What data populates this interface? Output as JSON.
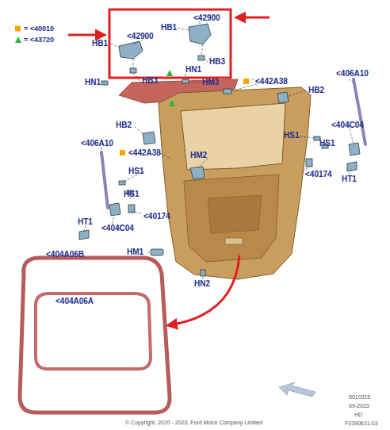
{
  "diagram": {
    "labels": [
      "<42900",
      "HB1",
      "<42900",
      "HB1",
      "HB3",
      "HN1",
      "<406A10",
      "<442A38",
      "HN1",
      "HB3",
      "HM3",
      "HB2",
      "HB2",
      "<404C04",
      "HS1",
      "HS1",
      "<406A10",
      "<442A38",
      "HM2",
      "HS1",
      "<40174",
      "HT1",
      "HS1",
      "<40174",
      "HT1",
      "<404C04",
      "HM1",
      "<404A06B",
      "HN2",
      "<404A06A",
      "5010315",
      "09-2023",
      "HD",
      "F0390631-03",
      "© Copyright, 2020 - 2023, Ford Motor Company Limited"
    ],
    "legend": [
      {
        "text": "= <40010",
        "color": "#f0a800"
      },
      {
        "text": "= <43720"
      }
    ]
  }
}
